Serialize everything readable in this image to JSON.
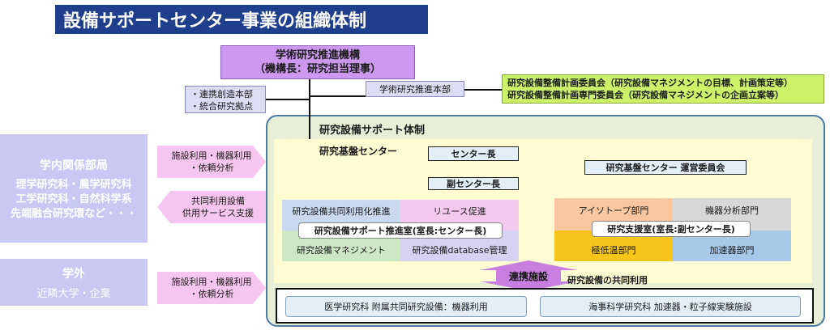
{
  "title": "設備サポートセンター事業の組織体制",
  "top_org": {
    "line1": "学術研究推進機構",
    "line2": "（機構長：研究担当理事）"
  },
  "left_small": {
    "line1": "・連携創造本部",
    "line2": "・統合研究拠点"
  },
  "honbu": "学術研究推進本部",
  "committee": {
    "line1": "研究設備整備計画委員会（研究設備マネジメントの目標、計画策定等）",
    "line2": "研究設備整備計画専門委員会（研究設備マネジメントの企画立案等）"
  },
  "support_system": "研究設備サポート体制",
  "kiban_center": "研究基盤センター",
  "center_chief": "センター長",
  "vice_chief": "副センター長",
  "steering": "研究基盤センター 運営委員会",
  "promotion": {
    "tl": "研究設備共同利用化推進",
    "tr": "リユース促進",
    "bl": "研究設備マネジメント",
    "br": "研究設備database管理",
    "center": "研究設備サポート推進室(室長:センター長)"
  },
  "support_office": {
    "tl": "アイソトープ部門",
    "tr": "機器分析部門",
    "bl": "極低温部門",
    "br": "加速器部門",
    "center": "研究支援室(室長:副センター長)"
  },
  "internal": {
    "heading": "学内関係部局",
    "line1": "理学研究科・農学研究科",
    "line2": "工学研究科・自然科学系",
    "line3": "先端融合研究環など・・・"
  },
  "external": {
    "heading": "学外",
    "line1": "近隣大学・企業"
  },
  "arrow1": {
    "line1": "施設利用・機器利用",
    "line2": "・依頼分析"
  },
  "arrow2": {
    "line1": "共同利用設備",
    "line2": "供用サービス支援"
  },
  "arrow3": {
    "line1": "施設利用・機器利用",
    "line2": "・依頼分析"
  },
  "renkei": "連携施設",
  "kyodo_riyo": "研究設備の共同利用",
  "bottom": {
    "left": "医学研究科 附属共同研究設備：機器利用",
    "right": "海事科学研究科 加速器・粒子線実験施設"
  },
  "colors": {
    "title_bg": "#1f3f8c",
    "top_org": "#cc99ee",
    "committee": "#ccf26a",
    "promotion_tl": "#c9daf0",
    "promotion_tr": "#f3c9ef",
    "promotion_bl": "#cce8c4",
    "promotion_br": "#d6d2f2",
    "support_tl": "#f8c7a0",
    "support_tr": "#d8d8d8",
    "support_bl": "#f7c41a",
    "support_br": "#a8c8e8"
  }
}
